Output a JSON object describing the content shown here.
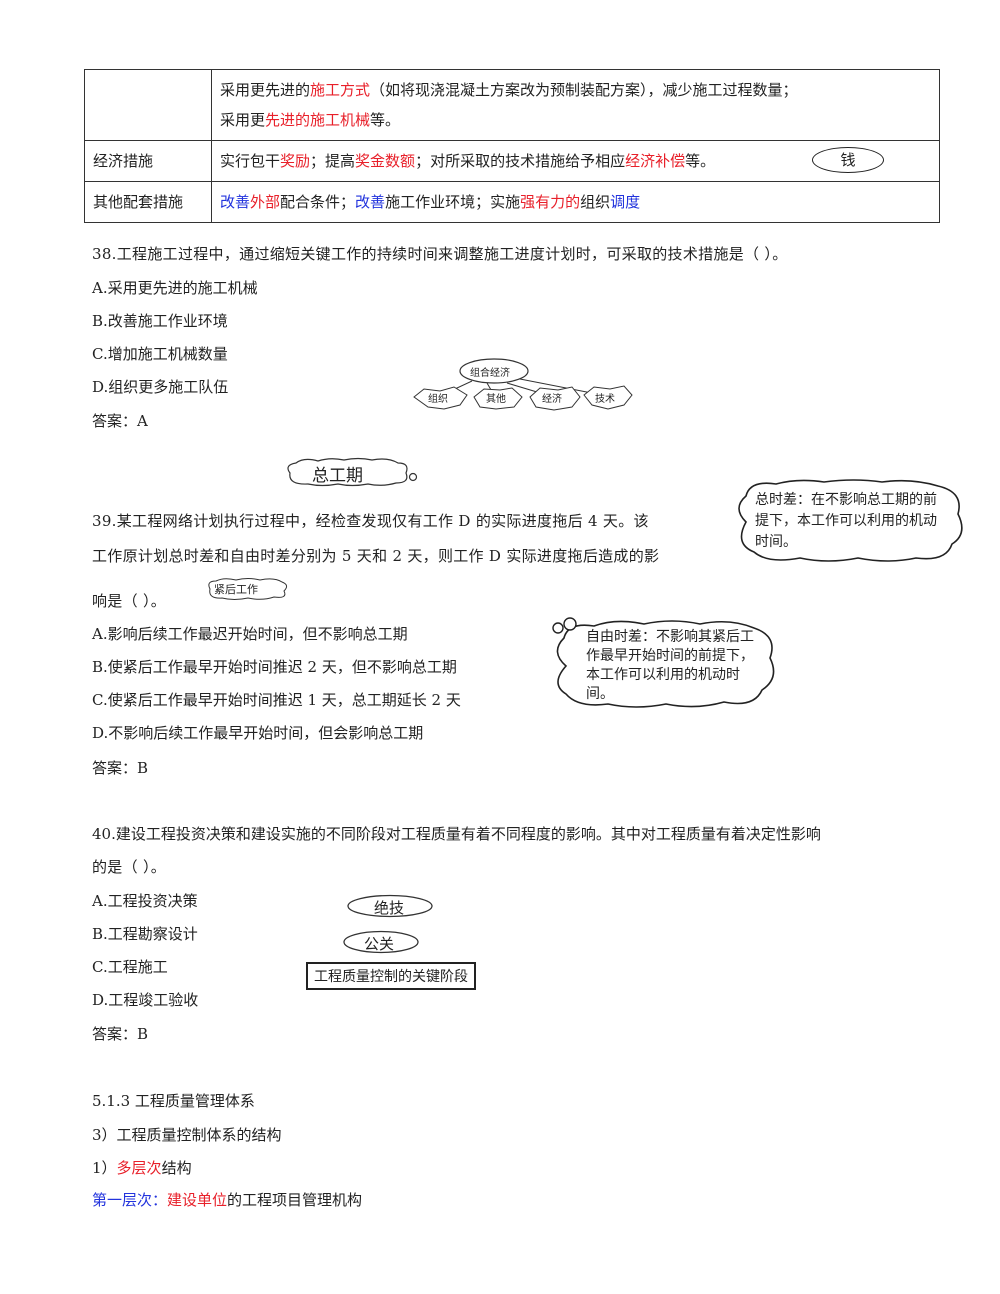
{
  "table": {
    "row1": {
      "line1_pre": "采用更先进的",
      "line1_red": "施工方式",
      "line1_post": "（如将现浇混凝土方案改为预制装配方案），减少施工过程数量；",
      "line2_pre": "采用更",
      "line2_red": "先进的施工机械",
      "line2_post": "等。"
    },
    "row2": {
      "label": "经济措施",
      "t1": "实行包干",
      "r1": "奖励",
      "t2": "；提高",
      "r2": "奖金数额",
      "t3": "；对所采取的技术措施给予相应",
      "r3": "经济补偿",
      "t4": "等。",
      "note": "钱"
    },
    "row3": {
      "label": "其他配套措施",
      "b1": "改善",
      "r1": "外部",
      "t1": "配合条件；",
      "b2": "改善",
      "t2": "施工作业环境；实施",
      "r2": "强有力的",
      "t3": "组织",
      "b3": "调度"
    }
  },
  "q38": {
    "stem": "38.工程施工过程中，通过缩短关键工作的持续时间来调整施工进度计划时，可采取的技术措施是（    ）。",
    "options": [
      "A.采用更先进的施工机械",
      "B.改善施工作业环境",
      "C.增加施工机械数量",
      "D.组织更多施工队伍"
    ],
    "answer": "答案：A",
    "diagram": {
      "top": "组合经济",
      "items": [
        "组织",
        "其他",
        "经济",
        "技术"
      ]
    }
  },
  "note_total_period": "总工期",
  "q39": {
    "stem1": "39.某工程网络计划执行过程中，经检查发现仅有工作 D 的实际进度拖后 4 天。该",
    "stem2": "工作原计划总时差和自由时差分别为 5 天和 2 天，则工作 D 实际进度拖后造成的影",
    "stem3": "响是（    ）。",
    "options": [
      "A.影响后续工作最迟开始时间，但不影响总工期",
      "B.使紧后工作最早开始时间推迟 2 天，但不影响总工期",
      "C.使紧后工作最早开始时间推迟 1 天，总工期延长 2 天",
      "D.不影响后续工作最早开始时间，但会影响总工期"
    ],
    "answer": "答案：B",
    "note_successor": "紧后工作",
    "note_total_float": "总时差：在不影响总工期的前提下，本工作可以利用的机动时间。",
    "note_free_float": "自由时差：不影响其紧后工作最早开始时间的前提下，本工作可以利用的机动时间。"
  },
  "q40": {
    "stem1": "40.建设工程投资决策和建设实施的不同阶段对工程质量有着不同程度的影响。其中对工程质量有着决定性影响",
    "stem2": "的是（    ）。",
    "options": [
      "A.工程投资决策",
      "B.工程勘察设计",
      "C.工程施工",
      "D.工程竣工验收"
    ],
    "answer": "答案：B",
    "note1": "绝技",
    "note2": "公关",
    "note3": "工程质量控制的关键阶段"
  },
  "section": {
    "heading": "5.1.3    工程质量管理体系",
    "sub": "3）工程质量控制体系的结构",
    "item_pre": "1）",
    "item_red": "多层次",
    "item_post": "结构",
    "level_blue": "第一层次：",
    "level_red": "建设单位",
    "level_post": "的工程项目管理机构"
  }
}
